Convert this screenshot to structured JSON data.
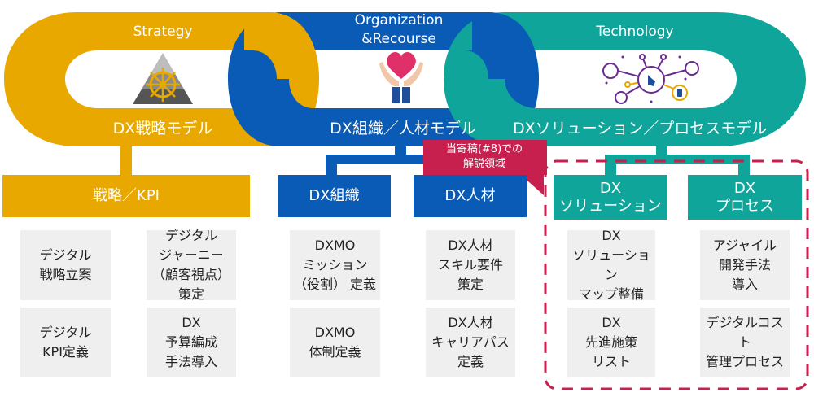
{
  "colors": {
    "strategy": "#E8A800",
    "organization": "#0A5BB5",
    "technology": "#0FA59A",
    "callout": "#C8204E",
    "card_bg": "#EFEFEF",
    "card_text": "#222222"
  },
  "rings": [
    {
      "id": "strategy",
      "top_label": "Strategy",
      "bottom_label": "DX戦略モデル",
      "icon": "pyramid-helm-icon"
    },
    {
      "id": "organization",
      "top_label": "Organization\n&Recourse",
      "top_label_line1": "Organization",
      "top_label_line2": "&Recourse",
      "bottom_label": "DX組織／人材モデル",
      "icon": "heart-hands-icon"
    },
    {
      "id": "technology",
      "top_label": "Technology",
      "bottom_label": "DXソリューション／プロセスモデル",
      "icon": "network-touch-icon"
    }
  ],
  "callout": {
    "line1": "当寄稿(#8)での",
    "line2": "解説領域",
    "text": "当寄稿(#8)での\n解説領域"
  },
  "columns": [
    {
      "header": "戦略／KPI",
      "color_key": "strategy",
      "cards": [
        [
          "デジタル\n戦略立案",
          "デジタル\nジャーニー\n（顧客視点）\n策定"
        ],
        [
          "デジタル\nKPI定義",
          "DX\n予算編成\n手法導入"
        ]
      ]
    },
    {
      "header": "DX組織",
      "color_key": "organization",
      "cards": [
        "DXMO\nミッション\n（役割） 定義",
        "DXMO\n体制定義"
      ]
    },
    {
      "header": "DX人材",
      "color_key": "organization",
      "cards": [
        "DX人材\nスキル要件\n策定",
        "DX人材\nキャリアパス\n定義"
      ]
    },
    {
      "header": "DX\nソリューション",
      "color_key": "technology",
      "cards": [
        "DX\nソリューション\nマップ整備",
        "DX\n先進施策\nリスト"
      ]
    },
    {
      "header": "DX\nプロセス",
      "color_key": "technology",
      "cards": [
        "アジャイル\n開発手法\n導入",
        "デジタルコスト\n管理プロセス"
      ]
    }
  ]
}
